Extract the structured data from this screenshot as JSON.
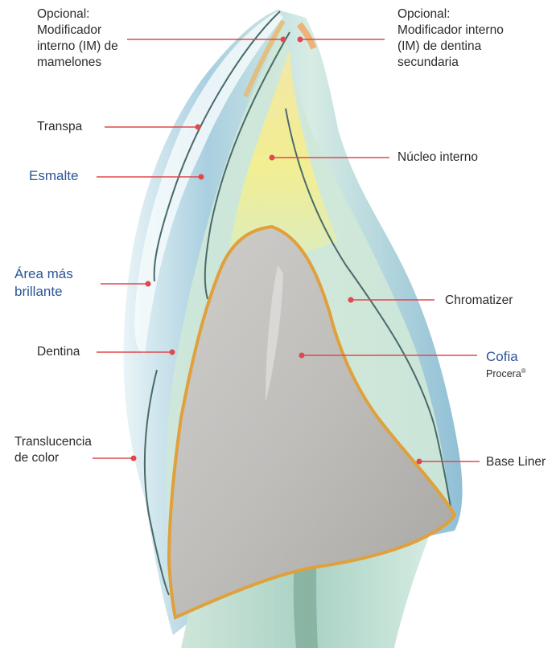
{
  "colors": {
    "leader_line": "#e0484c",
    "label_text": "#2b2b2b",
    "label_blue": "#2c5597",
    "coping_outline": "#e0a03c",
    "enamel_blue": "#8cbdd6",
    "dentin_green": "#bfe0cf",
    "core_yellow": "#f2ec98",
    "coping_gray": "#b9b7b4"
  },
  "labels": {
    "im_mamelones": "Opcional:\nModificador\ninterno (IM) de\nmamelones",
    "im_dentina_secundaria": "Opcional:\nModificador interno\n(IM) de dentina\nsecundaria",
    "transpa": "Transpa",
    "nucleo_interno": "Núcleo interno",
    "esmalte": "Esmalte",
    "area_brillante": "Área más\nbrillante",
    "chromatizer": "Chromatizer",
    "dentina": "Dentina",
    "cofia": "Cofia",
    "procera": "Procera",
    "procera_mark": "®",
    "translucencia": "Translucencia\nde color",
    "base_liner": "Base Liner"
  }
}
